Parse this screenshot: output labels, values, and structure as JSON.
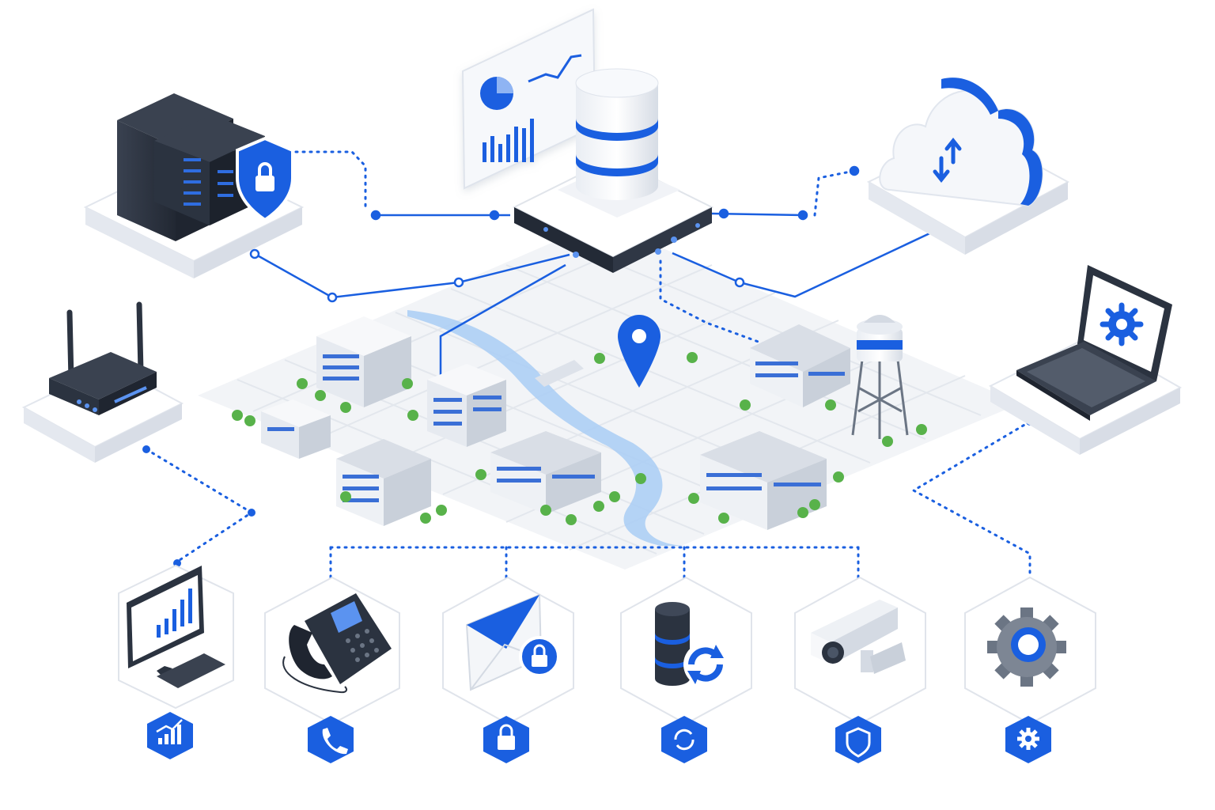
{
  "colors": {
    "accent": "#1a5fe0",
    "accent_light": "#5b93f0",
    "dark": "#2b3340",
    "platform": "#ffffff",
    "platform_edge": "#e4e8ef",
    "map_bg": "#f1f3f6",
    "river": "#a9cdf5",
    "building": "#eef1f5",
    "building_side": "#c9d0da",
    "tree": "#58b24a",
    "line": "#1a5fe0"
  },
  "nodes": {
    "database_hub": {
      "icon": "database-icon"
    },
    "dashboard_panel": {
      "icon": "analytics-dashboard-icon"
    },
    "server_rack": {
      "icon": "server-rack-icon",
      "badge": "shield-lock-icon"
    },
    "cloud": {
      "icon": "cloud-sync-icon"
    },
    "router": {
      "icon": "wifi-router-icon"
    },
    "laptop": {
      "icon": "laptop-settings-icon"
    },
    "map_pin": {
      "icon": "location-pin-icon"
    },
    "water_tower": {
      "icon": "water-tower-icon"
    }
  },
  "devices": [
    {
      "key": "monitor",
      "icon": "analytics-monitor-icon",
      "badge_icon": "chart-up-icon"
    },
    {
      "key": "phone",
      "icon": "desk-phone-icon",
      "badge_icon": "phone-icon"
    },
    {
      "key": "email",
      "icon": "secure-email-icon",
      "badge_icon": "lock-icon"
    },
    {
      "key": "backup",
      "icon": "database-backup-icon",
      "badge_icon": "sync-icon"
    },
    {
      "key": "camera",
      "icon": "security-camera-icon",
      "badge_icon": "shield-icon"
    },
    {
      "key": "settings",
      "icon": "gear-settings-icon",
      "badge_icon": "gear-icon"
    }
  ]
}
